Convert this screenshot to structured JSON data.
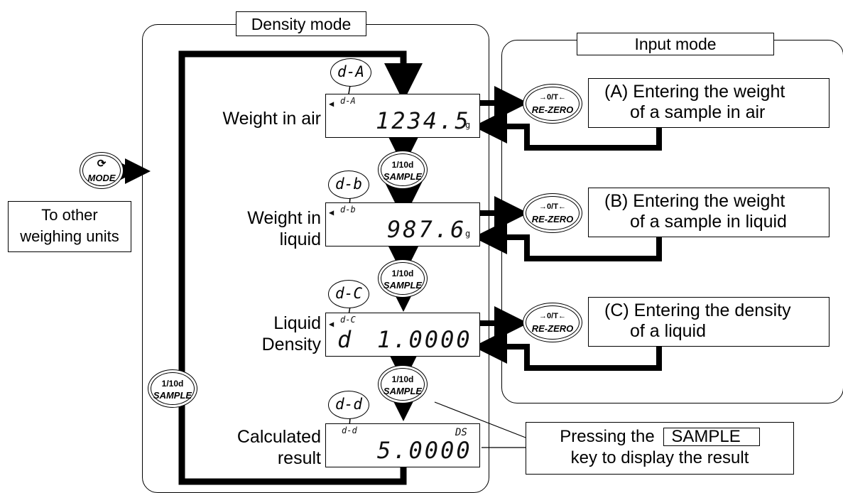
{
  "density_mode": {
    "title": "Density mode"
  },
  "input_mode": {
    "title": "Input mode"
  },
  "mode_key": {
    "label": "MODE"
  },
  "other_units": {
    "line1": "To other",
    "line2": "weighing units"
  },
  "sample_key": {
    "top": "1/10d",
    "bottom": "SAMPLE"
  },
  "rezero_key": {
    "top": "→0/T←",
    "bottom": "RE-ZERO"
  },
  "steps": [
    {
      "bubble": "d-A",
      "label1": "Weight in air",
      "label2": "",
      "indicator": "d-A",
      "prefix": "",
      "value": "1234.5",
      "unit": "g",
      "input_text": "(A) Entering the weight of a sample in air",
      "input_l1": "(A) Entering the weight",
      "input_l2": "of a sample in air"
    },
    {
      "bubble": "d-b",
      "label1": "Weight in",
      "label2": "liquid",
      "indicator": "d-b",
      "prefix": "",
      "value": "987.6",
      "unit": "g",
      "input_l1": "(B) Entering the weight",
      "input_l2": "of a sample in liquid"
    },
    {
      "bubble": "d-C",
      "label1": "Liquid",
      "label2": "Density",
      "indicator": "d-C",
      "prefix": "d",
      "value": "1.0000",
      "unit": "",
      "input_l1": "(C) Entering the density",
      "input_l2": "of a liquid"
    },
    {
      "bubble": "d-d",
      "label1": "Calculated",
      "label2": "result",
      "indicator": "d-d",
      "prefix": "",
      "value": "5.0000",
      "unit": "DS"
    }
  ],
  "callout": {
    "line1": "Pressing the",
    "key": "SAMPLE",
    "line2": "key to display the result"
  }
}
